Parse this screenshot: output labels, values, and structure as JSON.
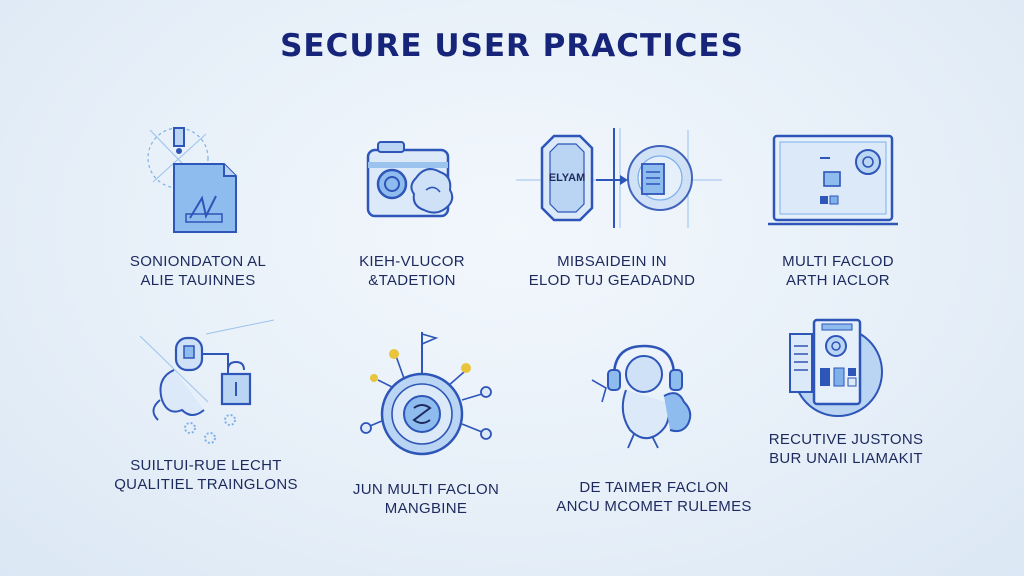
{
  "title": "SECURE USER PRACTICES",
  "colors": {
    "title": "#16247a",
    "stroke": "#2e55b8",
    "fill_light": "#b9d5f3",
    "fill_mid": "#7fb0ea",
    "accent_yellow": "#e8c53a",
    "text": "#1d2a5e"
  },
  "items": [
    {
      "icon": "document-shield-icon",
      "line1": "SONIONDATON AL",
      "line2": "ALIE TAUINNES"
    },
    {
      "icon": "camera-bag-icon",
      "line1": "KIEH-VLUCOR",
      "line2": "&TADETION"
    },
    {
      "icon": "shield-arrow-icon",
      "line1": "MIBSAIDEIN IN",
      "line2": "ELOD TUJ GEADADND",
      "badge": "ELYAM"
    },
    {
      "icon": "laptop-icon",
      "line1": "MULTI FACLOD",
      "line2": "ARTH IACLOR"
    },
    {
      "icon": "user-lock-icon",
      "line1": "SUILTUI-RUE LECHT",
      "line2": "QUALITIEL TRAINGLONS"
    },
    {
      "icon": "globe-network-icon",
      "line1": "JUN MULTI FACLON",
      "line2": "MANGBINE"
    },
    {
      "icon": "person-headset-icon",
      "line1": "DE TAIMER FACLON",
      "line2": "ANCU MCOMET RULEMES"
    },
    {
      "icon": "phone-tablet-icon",
      "line1": "RECUTIVE JUSTONS",
      "line2": "BUR UNAII LIAMAKIT"
    }
  ]
}
